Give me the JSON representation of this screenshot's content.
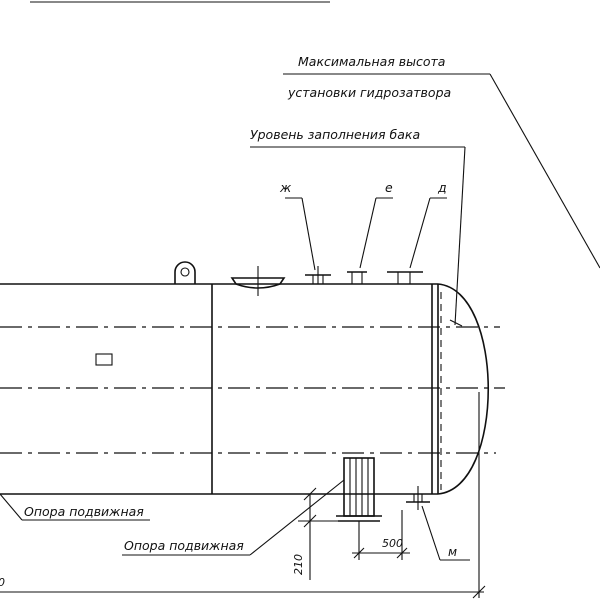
{
  "labels": {
    "max_height_line1": "Максимальная высота",
    "max_height_line2": "установки гидрозатвора",
    "fill_level": "Уровень заполнения бака",
    "nozzle_zh": "ж",
    "nozzle_e": "е",
    "nozzle_d": "д",
    "support_left": "Опора подвижная",
    "support_right": "Опора подвижная",
    "nozzle_m": "м"
  },
  "dimensions": {
    "height_210": "210",
    "length_500": "500"
  }
}
